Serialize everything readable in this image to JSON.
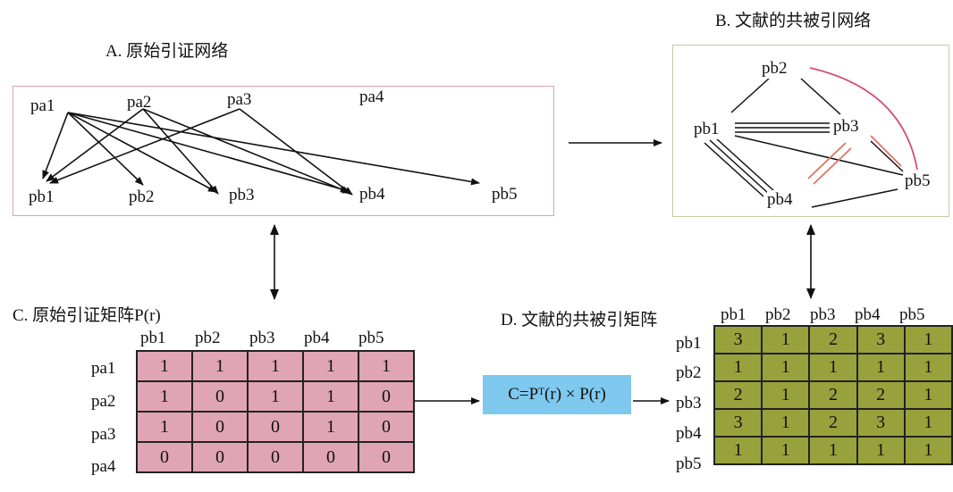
{
  "panelA": {
    "title": "A. 原始引证网络",
    "pa_nodes": [
      "pa1",
      "pa2",
      "pa3",
      "pa4"
    ],
    "pb_nodes": [
      "pb1",
      "pb2",
      "pb3",
      "pb4",
      "pb5"
    ]
  },
  "panelB": {
    "title": "B. 文献的共被引网络",
    "nodes": [
      "pb2",
      "pb1",
      "pb3",
      "pb4",
      "pb5"
    ]
  },
  "panelC": {
    "title": "C. 原始引证矩阵P(r)",
    "columns": [
      "pb1",
      "pb2",
      "pb3",
      "pb4",
      "pb5"
    ],
    "rows": [
      {
        "label": "pa1",
        "cells": [
          "1",
          "1",
          "1",
          "1",
          "1"
        ]
      },
      {
        "label": "pa2",
        "cells": [
          "1",
          "0",
          "1",
          "1",
          "0"
        ]
      },
      {
        "label": "pa3",
        "cells": [
          "1",
          "0",
          "0",
          "1",
          "0"
        ]
      },
      {
        "label": "pa4",
        "cells": [
          "0",
          "0",
          "0",
          "0",
          "0"
        ]
      }
    ]
  },
  "panelD": {
    "title": "D. 文献的共被引矩阵",
    "columns": [
      "pb1",
      "pb2",
      "pb3",
      "pb4",
      "pb5"
    ],
    "rows": [
      {
        "label": "pb1",
        "cells": [
          "3",
          "1",
          "2",
          "3",
          "1"
        ]
      },
      {
        "label": "pb2",
        "cells": [
          "1",
          "1",
          "1",
          "1",
          "1"
        ]
      },
      {
        "label": "pb3",
        "cells": [
          "2",
          "1",
          "2",
          "2",
          "1"
        ]
      },
      {
        "label": "pb4",
        "cells": [
          "3",
          "1",
          "2",
          "3",
          "1"
        ]
      },
      {
        "label": "pb5",
        "cells": [
          "1",
          "1",
          "1",
          "1",
          "1"
        ]
      }
    ]
  },
  "formula": "C=Pᵀ(r) × P(r)",
  "colors": {
    "panelA_border": "#d8a4ad",
    "panelC_fill": "#e0a5b5",
    "panelD_fill": "#98a23c",
    "formula_fill": "#7fc8ee",
    "cocite_highlight": "#e07060"
  }
}
